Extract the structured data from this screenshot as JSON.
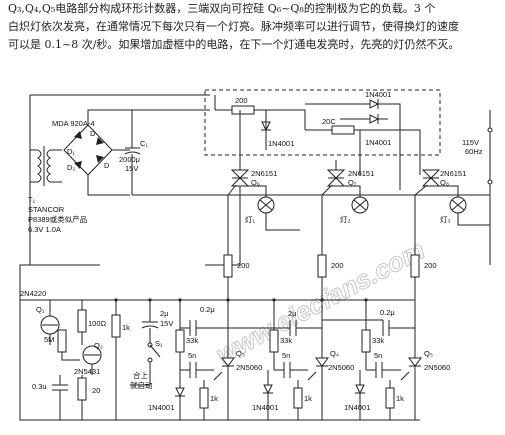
{
  "description": [
    "Q₃,Q₄,Q₅电路部分构成环形计数器，三端双向可控硅 Q₆~Q₈的控制极为它的负载。3 个",
    "白炽灯依次发亮，在通常情况下每次只有一个灯亮。脉冲频率可以进行调节，使得换灯的速度",
    "可以是 0.1~8 次/秒。如果增加虚框中的电路，在下一个灯通电发亮时，先亮的灯仍然不灭。"
  ],
  "watermark": "www.elecfans.com",
  "labels": {
    "bridge": "MDA 920A-4",
    "d_top": "D",
    "d1": "D₁",
    "d2": "D₂",
    "d3": "D",
    "c1": "C₁",
    "c1_val": "2000μ",
    "c1_v": "15V",
    "t1": "T₁",
    "trans1": "STANCOR",
    "trans2": "P8389或类似产品",
    "trans3": "6.3V 1.0A",
    "r200a": "200",
    "r200b": "20C",
    "d4001a": "1N4001",
    "d4001b": "1N4001",
    "d4001c": "1N4001",
    "ac1": "115V",
    "ac2": "60Hz",
    "q6": "2N6151",
    "q6n": "Q₆",
    "q7": "2N6151",
    "q7n": "Q₇",
    "q8": "2N6151",
    "q8n": "Q₈",
    "lamp1": "灯₁",
    "lamp2": "灯₂",
    "lamp3": "灯₃",
    "r200_1": "200",
    "r200_2": "200",
    "r200_3": "200",
    "q1": "2N4220",
    "q1n": "Q₁",
    "r100": "100Ω",
    "r1k_a": "1k",
    "c2u": "2μ",
    "c15v": "15V",
    "c02u_a": "0.2μ",
    "c2u_b": "2μ",
    "c02u_b": "0.2μ",
    "pot": "5M",
    "q2n": "Q₂",
    "q2": "2N5431",
    "s1": "S₁",
    "start1": "合上",
    "start2": "就启动",
    "r33k_a": "33k",
    "r33k_b": "33k",
    "r33k_c": "33k",
    "c5n_a": "5n",
    "c5n_b": "5n",
    "c5n_c": "5n",
    "q3n": "Q₃",
    "q3": "2N5060",
    "q4n": "Q₄",
    "q4": "2N5060",
    "q5n": "Q₅",
    "q5": "2N5060",
    "c03u": "0.3u",
    "r20": "20",
    "r1k_b": "1k",
    "r1k_c": "1k",
    "r1k_d": "1k",
    "d4001_1": "1N4001",
    "d4001_2": "1N4001",
    "d4001_3": "1N4001"
  }
}
